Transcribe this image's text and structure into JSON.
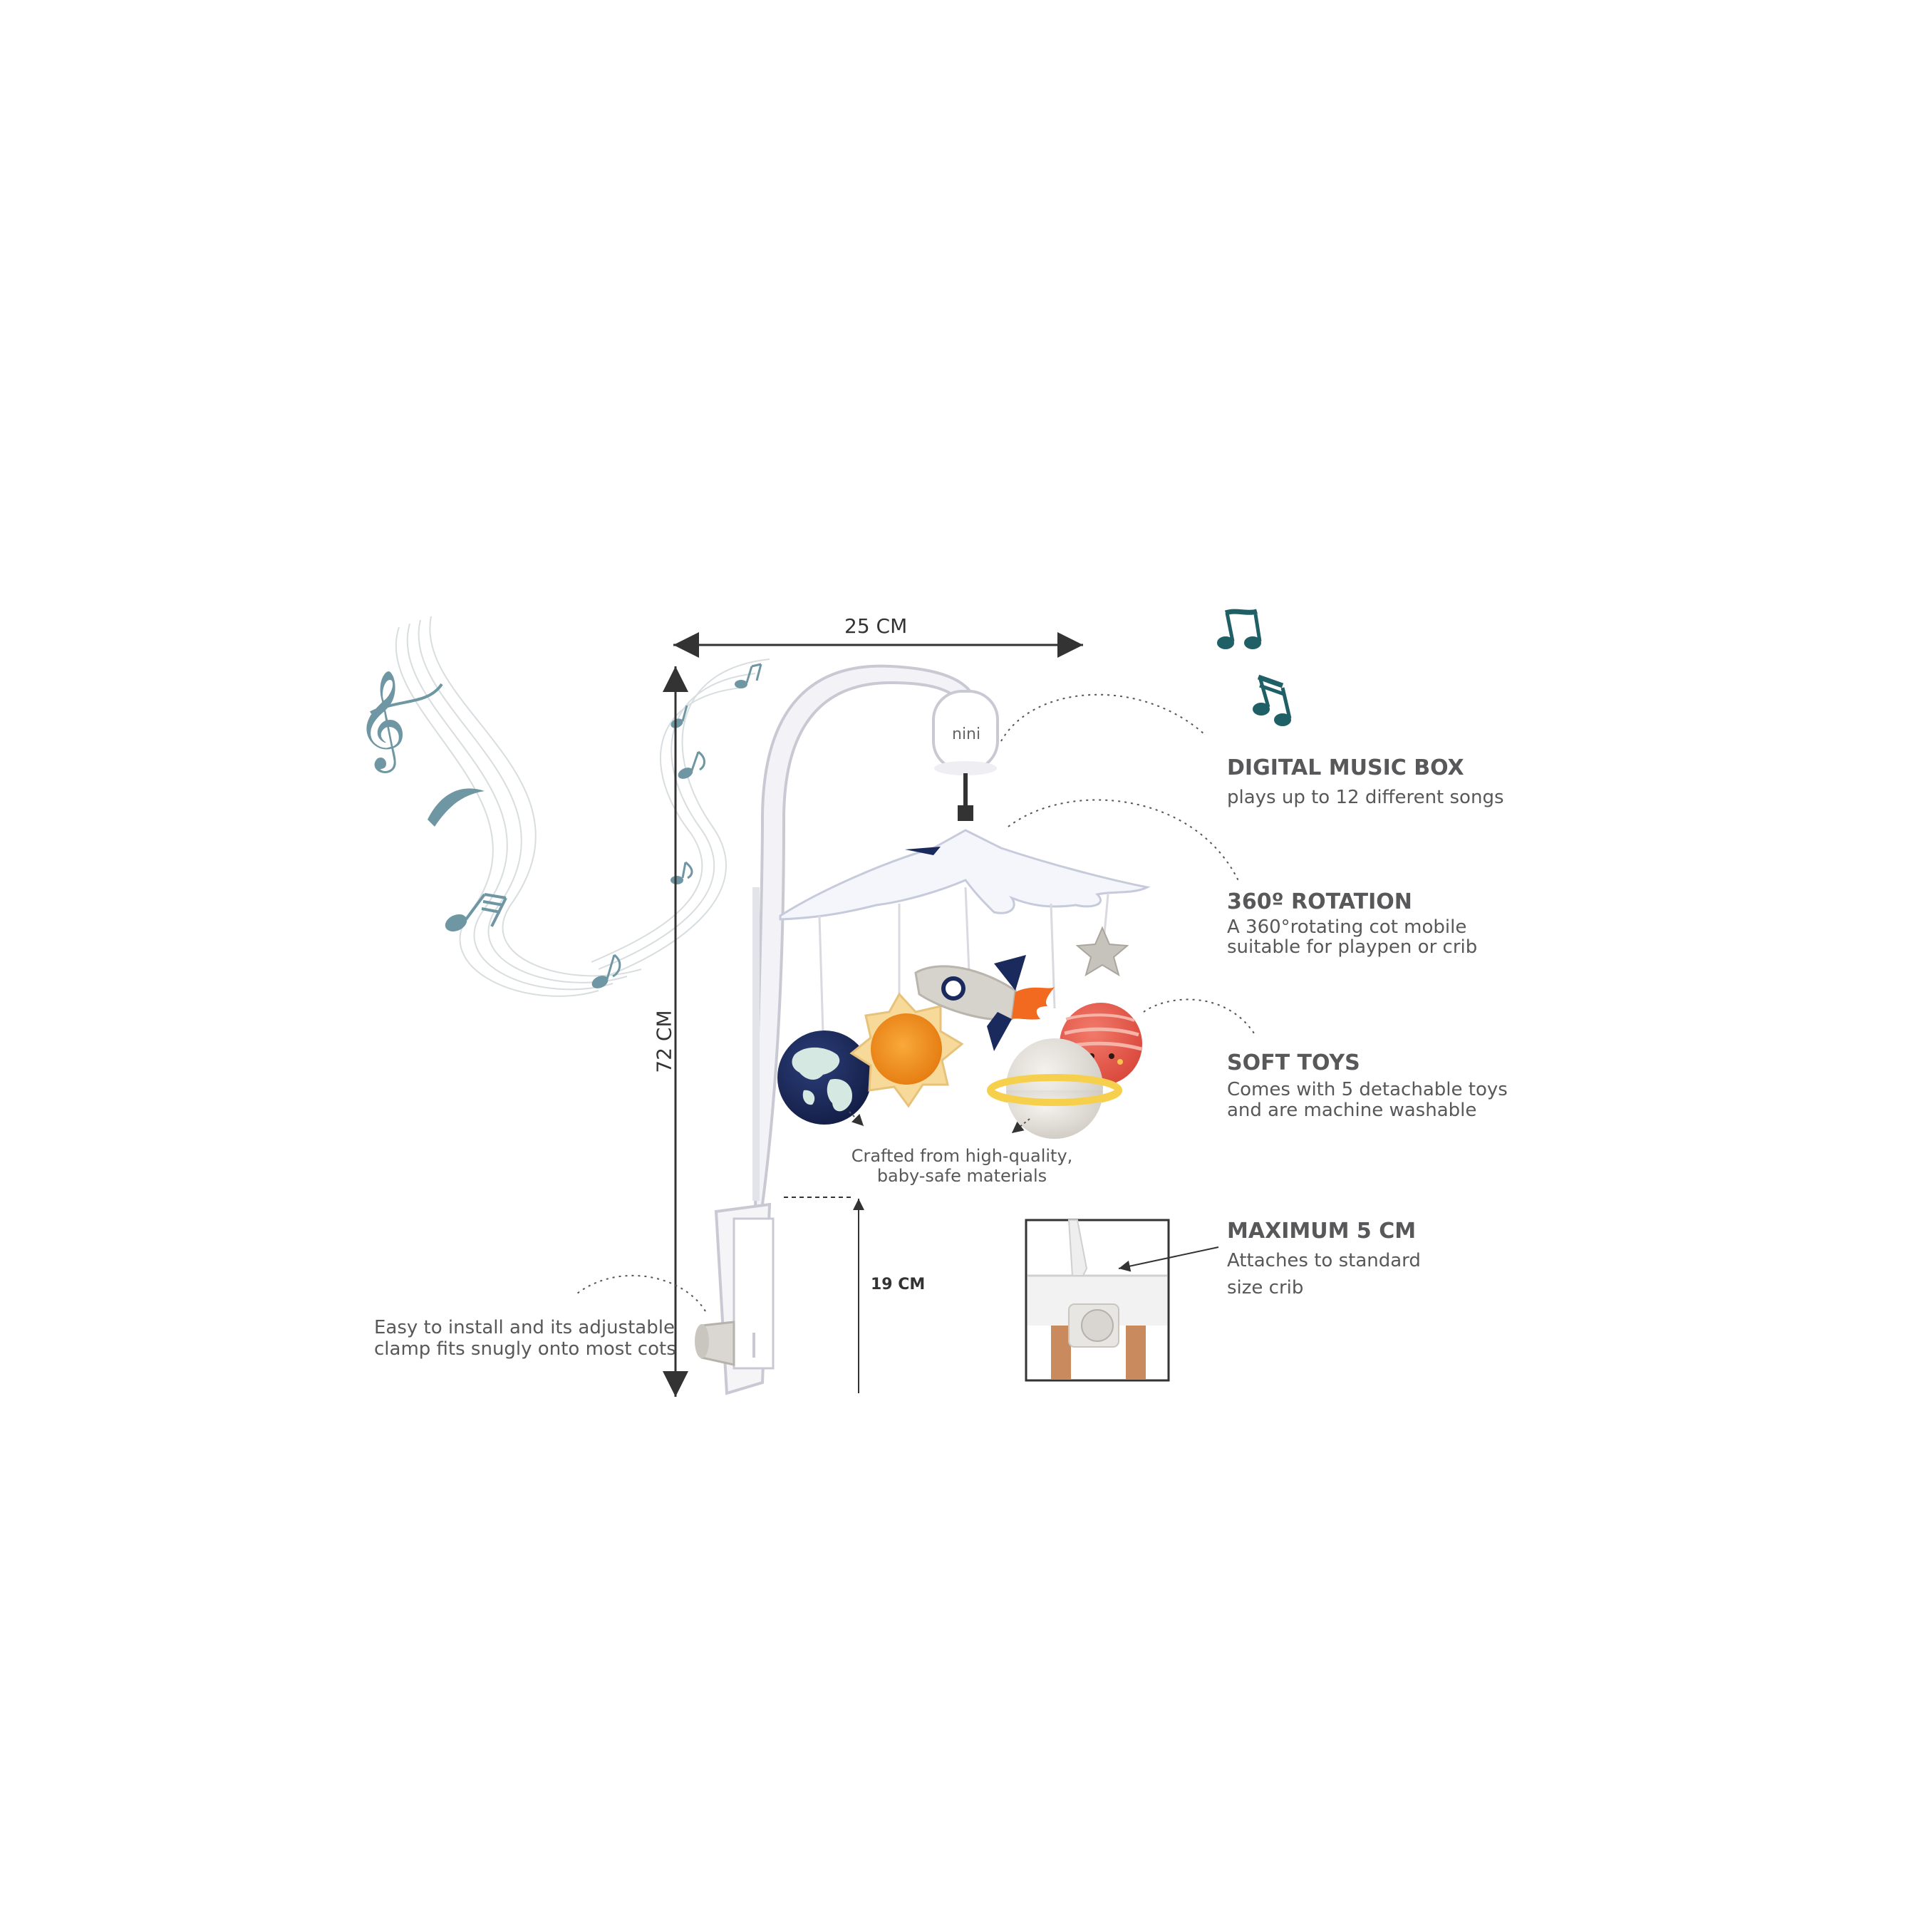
{
  "dimensions": {
    "width": "25 CM",
    "height": "72 CM",
    "clamp_height": "19 CM"
  },
  "features": {
    "music_box": {
      "title": "DIGITAL MUSIC BOX",
      "desc": "plays up to 12 different songs"
    },
    "rotation": {
      "title": "360º ROTATION",
      "desc1": "A 360°rotating cot mobile",
      "desc2": "suitable for playpen or crib"
    },
    "soft_toys": {
      "title": "SOFT TOYS",
      "desc1": "Comes with 5 detachable toys",
      "desc2": "and  are machine washable"
    },
    "clamp_size": {
      "title": "MAXIMUM 5 CM",
      "desc1": "Attaches to standard",
      "desc2": "size crib"
    }
  },
  "captions": {
    "materials1": "Crafted from high-quality,",
    "materials2": "baby-safe materials",
    "install1": "Easy to install and its adjustable",
    "install2": "clamp fits snugly onto most cots"
  },
  "product": {
    "brand": "nini"
  },
  "colors": {
    "accent_teal": "#1f5f66",
    "note_blue": "#6f96a3",
    "earth_navy": "#1b2a5c",
    "sun_orange": "#f08a1c",
    "rocket_flame": "#f26a1f",
    "planet_red": "#e8584a",
    "ring_yellow": "#f6d04d"
  }
}
